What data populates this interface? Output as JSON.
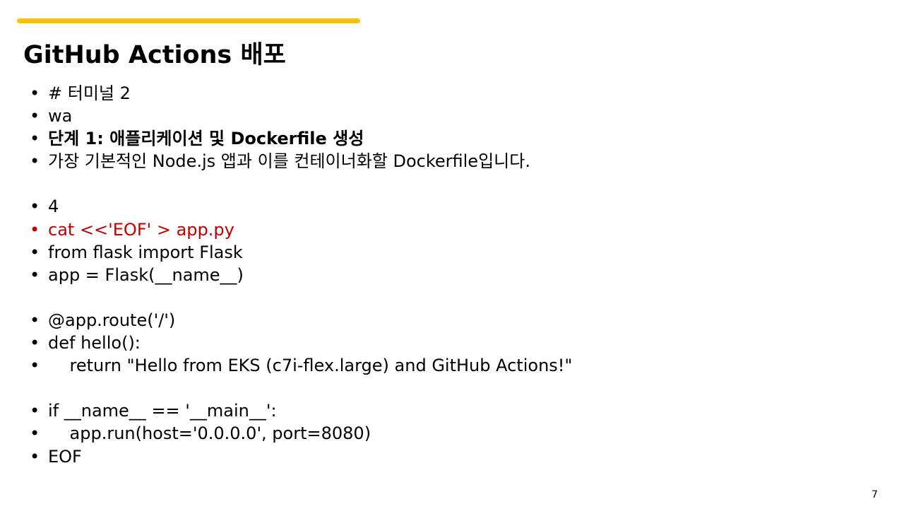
{
  "slide": {
    "title": "GitHub Actions 배포",
    "accent_color": "#FFC000",
    "red_color": "#C00000",
    "page_number": "7",
    "bullet_glyph": "•",
    "lines": [
      {
        "text": "# 터미널 2"
      },
      {
        "text": "wa"
      },
      {
        "text": "단계 1: 애플리케이션 및 Dockerfile 생성",
        "bold": true
      },
      {
        "text": "가장 기본적인 Node.js 앱과 이를 컨테이너화할 Dockerfile입니다."
      },
      {
        "text": "",
        "blank": true
      },
      {
        "text": "4"
      },
      {
        "text": "cat <<'EOF' > app.py",
        "red": true
      },
      {
        "text": "from flask import Flask"
      },
      {
        "text": "app = Flask(__name__)"
      },
      {
        "text": "",
        "blank": true
      },
      {
        "text": "@app.route('/')"
      },
      {
        "text": "def hello():"
      },
      {
        "text": "    return \"Hello from EKS (c7i-flex.large) and GitHub Actions!\""
      },
      {
        "text": "",
        "blank": true
      },
      {
        "text": "if __name__ == '__main__':"
      },
      {
        "text": "    app.run(host='0.0.0.0', port=8080)"
      },
      {
        "text": "EOF"
      }
    ]
  }
}
